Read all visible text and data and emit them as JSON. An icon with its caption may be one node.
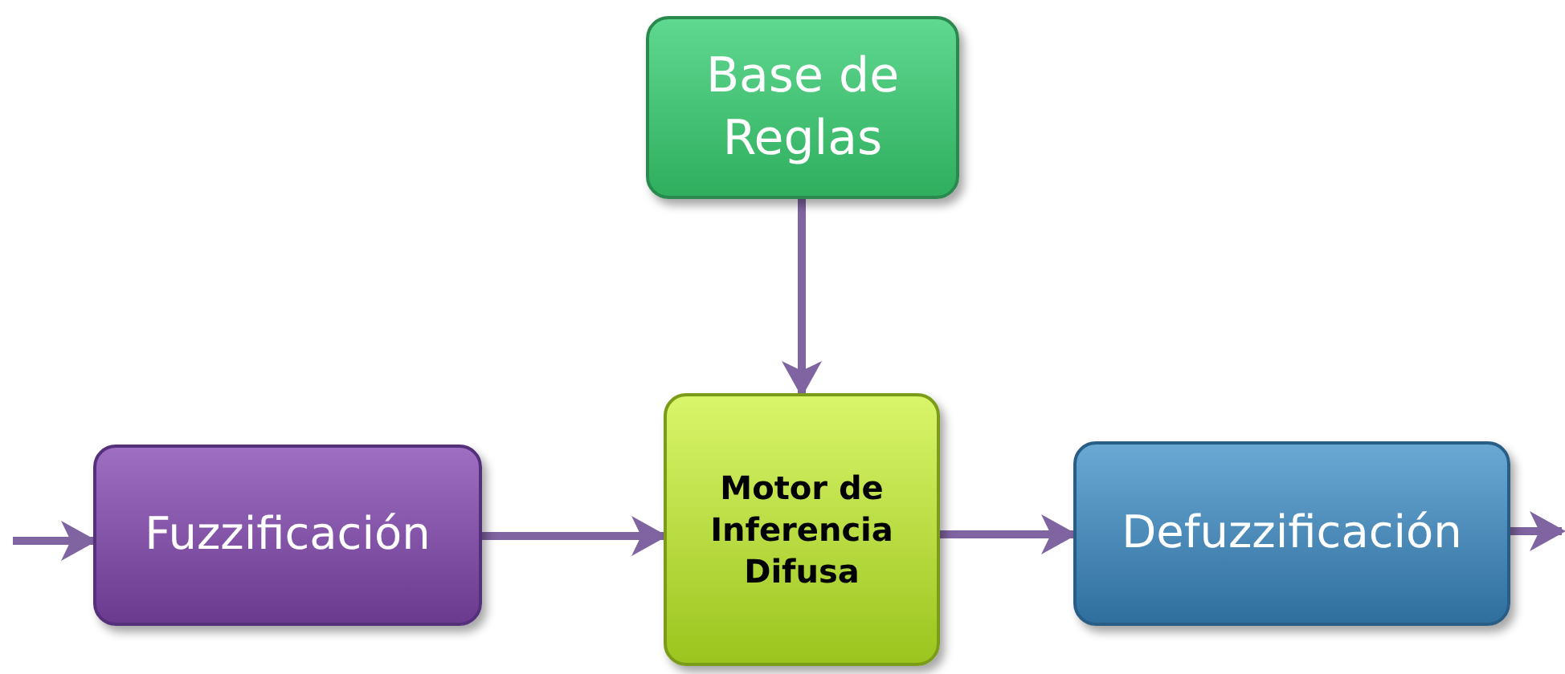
{
  "diagram": {
    "nodes": [
      {
        "text": [
          "Base de Reglas"
        ]
      },
      {
        "text": [
          "Fuzzificación"
        ]
      },
      {
        "text": [
          "Motor de Inferencia Difusa"
        ]
      },
      {
        "text": [
          "Defuzzificación"
        ]
      }
    ],
    "edges": [
      {
        "from": null,
        "to": 1,
        "arrow": "to"
      },
      {
        "from": 1,
        "to": 2,
        "arrow": "to"
      },
      {
        "from": 0,
        "to": 2,
        "arrow": "to"
      },
      {
        "from": 2,
        "to": 3,
        "arrow": "to"
      },
      {
        "from": 3,
        "to": null,
        "arrow": "to"
      }
    ]
  }
}
